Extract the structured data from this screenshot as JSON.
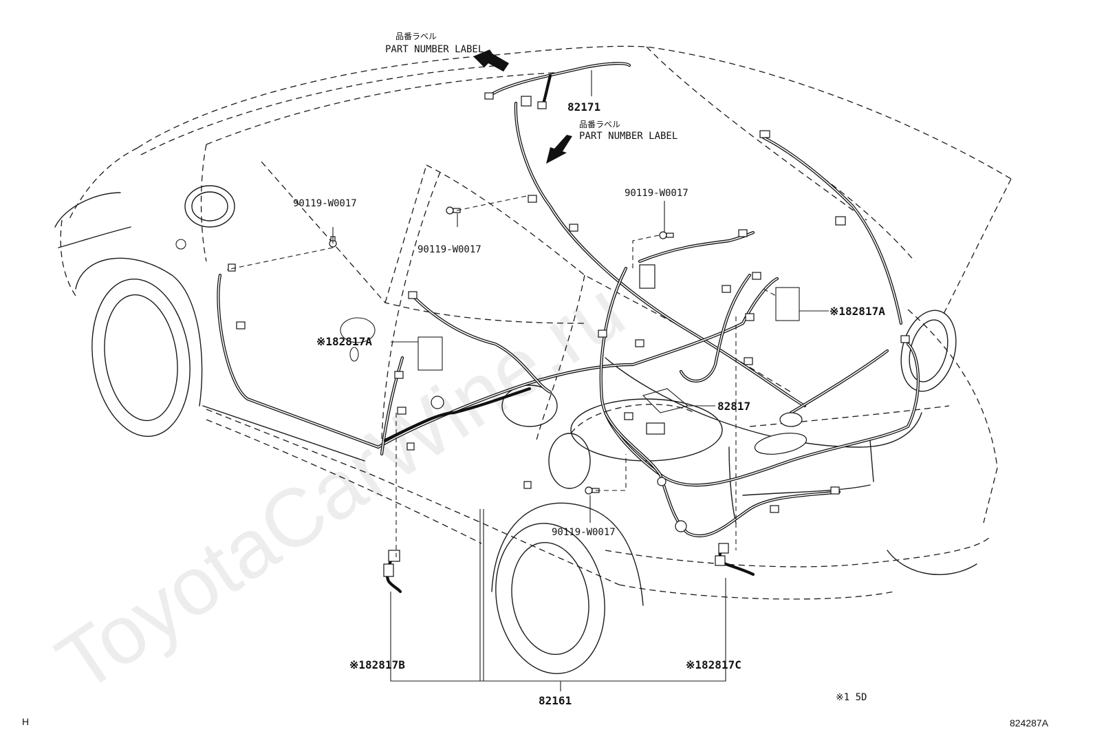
{
  "watermark": "ToyotaCarWine.ru",
  "labels": {
    "part_number_label_jp_1": "品番ラベル",
    "part_number_label_en_1": "PART NUMBER LABEL",
    "part_number_label_jp_2": "品番ラベル",
    "part_number_label_en_2": "PART NUMBER LABEL",
    "p82171": "82171",
    "bolt_1": "90119-W0017",
    "bolt_2": "90119-W0017",
    "bolt_3": "90119-W0017",
    "bolt_4": "90119-W0017",
    "p82817a_left": "※182817A",
    "p82817a_right": "※182817A",
    "p82817": "82817",
    "p82817b": "※182817B",
    "p82817c": "※182817C",
    "p82161": "82161",
    "note": "※1 5D",
    "corner_h": "H",
    "diagram_id": "824287A"
  }
}
